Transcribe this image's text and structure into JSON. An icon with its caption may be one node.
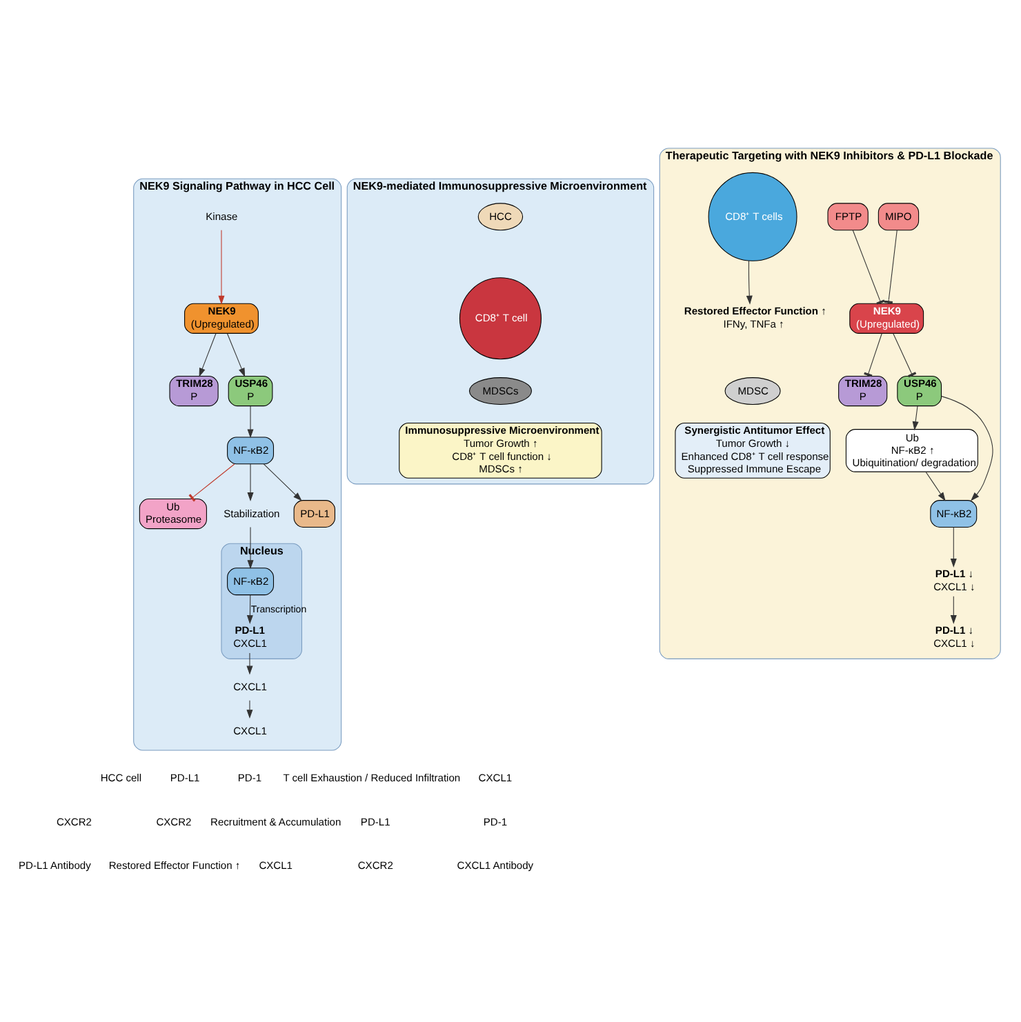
{
  "diagram": {
    "nodes": [
      {
        "text": [
          "NEK9 Signaling Pathway in HCC Cell"
        ]
      },
      {
        "text": [
          "NEK9-mediated Immunosuppressive Microenvironment"
        ]
      },
      {
        "text": [
          "Therapeutic Targeting with NEK9 Inhibitors & PD-L1 Blockade"
        ]
      },
      {
        "text": [
          "NEK9",
          "(Upregulated)"
        ],
        "in": 0
      },
      {
        "text": [
          "Kinase"
        ],
        "in": 0
      },
      {
        "text": [
          "TRIM28",
          "P"
        ],
        "in": 0
      },
      {
        "text": [
          "USP46",
          "P"
        ],
        "in": 0
      },
      {
        "text": [
          "NF-κB2"
        ],
        "in": 0
      },
      {
        "text": [
          "Ub",
          "Proteasome"
        ],
        "in": 0
      },
      {
        "text": [
          "Stabilization"
        ],
        "in": 0
      },
      {
        "text": [
          "PD-L1"
        ],
        "in": 0
      },
      {
        "text": [
          "CXCL1"
        ],
        "in": 0
      },
      {
        "text": [
          "CXCL1"
        ],
        "in": 0
      },
      {
        "text": [
          "Nucleus"
        ],
        "in": 0
      },
      {
        "text": [
          "NF-κB2"
        ],
        "in": 13
      },
      {
        "text": [
          "PD-L1",
          "CXCL1"
        ],
        "in": 13
      },
      {
        "text": [
          "HCC"
        ],
        "in": 1
      },
      {
        "text": [
          "CD8⁺ T cell"
        ],
        "in": 1
      },
      {
        "text": [
          "MDSCs"
        ],
        "in": 1
      },
      {
        "text": [
          "Immunosuppressive Microenvironment",
          "Tumor Growth ↑",
          "CD8⁺ T cell function ↓",
          "MDSCs ↑"
        ],
        "in": 1
      },
      {
        "text": [
          "NEK9",
          "(Upregulated)"
        ],
        "in": 2
      },
      {
        "text": [
          "MIPO"
        ],
        "in": 2
      },
      {
        "text": [
          "FPTP"
        ],
        "in": 2
      },
      {
        "text": [
          "TRIM28",
          "P"
        ],
        "in": 2
      },
      {
        "text": [
          "USP46",
          "P"
        ],
        "in": 2
      },
      {
        "text": [
          "Ub",
          "NF-κB2 ↑",
          "Ubiquitination/ degradation"
        ],
        "in": 2
      },
      {
        "text": [
          "NF-κB2"
        ],
        "in": 2
      },
      {
        "text": [
          "PD-L1 ↓",
          "CXCL1 ↓"
        ],
        "in": 2
      },
      {
        "text": [
          "PD-L1 ↓",
          "CXCL1 ↓"
        ],
        "in": 2
      },
      {
        "text": [
          "CD8⁺ T cells"
        ],
        "in": 2
      },
      {
        "text": [
          "Restored Effector Function ↑",
          "IFNy, TNFa ↑"
        ],
        "in": 2
      },
      {
        "text": [
          "MDSC"
        ],
        "in": 2
      },
      {
        "text": [
          "Synergistic Antitumor Effect",
          "Tumor Growth ↓",
          "Enhanced CD8⁺ T cell response",
          "Suppressed Immune Escape"
        ],
        "in": 2
      }
    ],
    "edges": [
      {
        "from": 4,
        "to": 3,
        "arrow": "to",
        "color": "#c0392b"
      },
      {
        "from": 3,
        "to": 5,
        "arrow": "to"
      },
      {
        "from": 3,
        "to": 6,
        "arrow": "to"
      },
      {
        "from": 6,
        "to": 7,
        "arrow": "to"
      },
      {
        "from": 7,
        "to": 8,
        "arrow": "other",
        "color": "#c0392b"
      },
      {
        "from": 7,
        "to": 9,
        "arrow": "to"
      },
      {
        "from": 7,
        "to": 10,
        "arrow": "to"
      },
      {
        "from": 9,
        "to": 14,
        "arrow": "to"
      },
      {
        "from": 14,
        "to": 15,
        "arrow": "to",
        "label": "Transcription"
      },
      {
        "from": 15,
        "to": 12,
        "arrow": "to"
      },
      {
        "from": 12,
        "to": 11,
        "arrow": "to"
      },
      {
        "from": 21,
        "to": 20,
        "arrow": "other"
      },
      {
        "from": 22,
        "to": 20,
        "arrow": "other"
      },
      {
        "from": 20,
        "to": 23,
        "arrow": "other"
      },
      {
        "from": 20,
        "to": 24,
        "arrow": "other"
      },
      {
        "from": 24,
        "to": 25,
        "arrow": "to"
      },
      {
        "from": 24,
        "to": 26,
        "arrow": "to"
      },
      {
        "from": 25,
        "to": 26,
        "arrow": "to"
      },
      {
        "from": 26,
        "to": 27,
        "arrow": "to"
      },
      {
        "from": 27,
        "to": 28,
        "arrow": "to"
      },
      {
        "from": 29,
        "to": 30,
        "arrow": "to"
      }
    ],
    "labels": [
      "HCC cell",
      "PD-L1",
      "PD-1",
      "T cell Exhaustion / Reduced Infiltration",
      "CXCL1",
      "CXCR2",
      "CXCR2",
      "Recruitment & Accumulation",
      "PD-L1",
      "PD-1",
      "PD-L1 Antibody",
      "Restored Effector Function ↑",
      "CXCL1",
      "CXCR2",
      "CXCL1 Antibody"
    ]
  }
}
